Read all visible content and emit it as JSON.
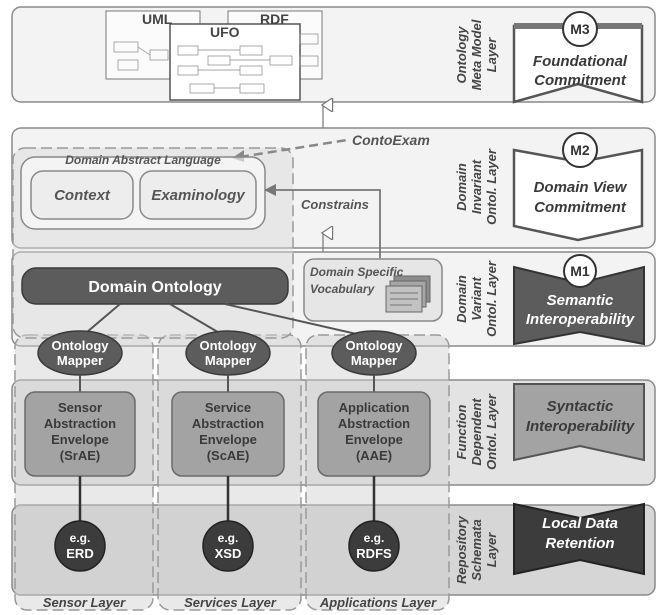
{
  "layers": {
    "m3": {
      "label_lines": [
        "Ontology",
        "Meta Model",
        "Layer"
      ],
      "badge": "M3",
      "commitment_lines": [
        "Foundational",
        "Commitment"
      ]
    },
    "m2": {
      "label_lines": [
        "Domain",
        "Invariant",
        "Ontol. Layer"
      ],
      "badge": "M2",
      "commitment_lines": [
        "Domain View",
        "Commitment"
      ]
    },
    "m1": {
      "label_lines": [
        "Domain",
        "Variant",
        "Ontol. Layer"
      ],
      "badge": "M1",
      "commitment_lines": [
        "Semantic",
        "Interoperability"
      ]
    },
    "function": {
      "label_lines": [
        "Function",
        "Dependent",
        "Ontol. Layer"
      ],
      "commitment_lines": [
        "Syntactic",
        "Interoperability"
      ]
    },
    "repository": {
      "label_lines": [
        "Repository",
        "Schemata",
        "Layer"
      ],
      "commitment_lines": [
        "Local Data",
        "Retention"
      ]
    }
  },
  "metamodel_tabs": [
    "UML",
    "RDF",
    "UFO"
  ],
  "dal": {
    "title": "Domain Abstract Language",
    "items": [
      "Context",
      "Examinology"
    ]
  },
  "contoexam": "ContoExam",
  "constrains": "Constrains",
  "domain_ontology": "Domain Ontology",
  "dsv_lines": [
    "Domain Specific",
    "Vocabulary"
  ],
  "mappers": [
    {
      "lines": [
        "Ontology",
        "Mapper"
      ]
    },
    {
      "lines": [
        "Ontology",
        "Mapper"
      ]
    },
    {
      "lines": [
        "Ontology",
        "Mapper"
      ]
    }
  ],
  "envelopes": [
    {
      "lines": [
        "Sensor",
        "Abstraction",
        "Envelope",
        "(SrAE)"
      ]
    },
    {
      "lines": [
        "Service",
        "Abstraction",
        "Envelope",
        "(ScAE)"
      ]
    },
    {
      "lines": [
        "Application",
        "Abstraction",
        "Envelope",
        "(AAE)"
      ]
    }
  ],
  "schemata": [
    {
      "lines": [
        "e.g.",
        "ERD"
      ]
    },
    {
      "lines": [
        "e.g.",
        "XSD"
      ]
    },
    {
      "lines": [
        "e.g.",
        "RDFS"
      ]
    }
  ],
  "columns": [
    "Sensor Layer",
    "Services Layer",
    "Applications Layer"
  ],
  "colors": {
    "dark": "#5a5a5a",
    "mid": "#a8a8a8",
    "light": "#e2e2e2",
    "band": "#f1f1f1",
    "column": "#d7d7d7"
  }
}
